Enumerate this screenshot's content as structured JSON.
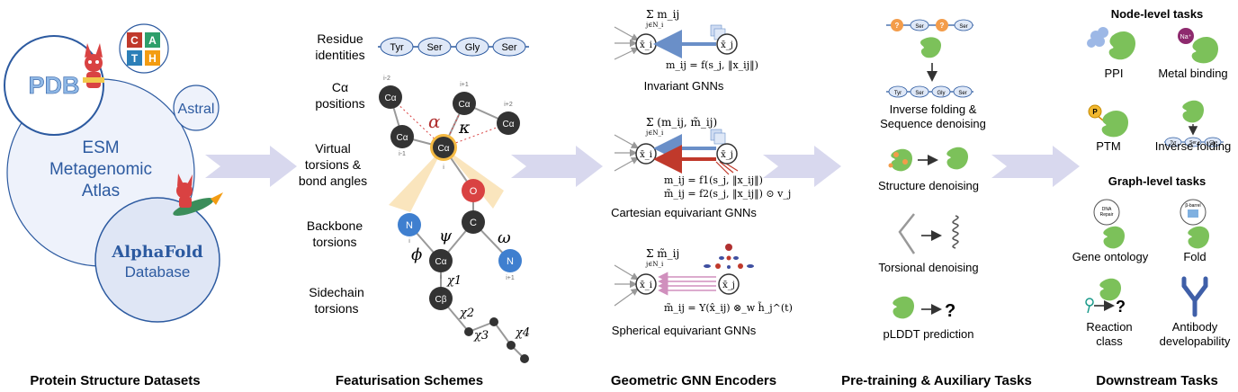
{
  "sections": {
    "datasets": "Protein Structure Datasets",
    "featurisation": "Featurisation Schemes",
    "encoders": "Geometric GNN Encoders",
    "pretraining": "Pre-training & Auxiliary Tasks",
    "downstream": "Downstream Tasks"
  },
  "datasets": {
    "pdb": "PDB",
    "cath": [
      "C",
      "A",
      "T",
      "H"
    ],
    "astral": "Astral",
    "esm": [
      "ESM",
      "Metagenomic",
      "Atlas"
    ],
    "alphafold": [
      "AlphaFold",
      "Database"
    ]
  },
  "featurisation": {
    "labels": [
      "Residue",
      "identities",
      "Cα",
      "positions",
      "Virtual",
      "torsions &",
      "bond angles",
      "Backbone",
      "torsions",
      "Sidechain",
      "torsions"
    ],
    "residues": [
      "Tyr",
      "Ser",
      "Gly",
      "Ser"
    ],
    "atoms": {
      "ca": "Cα",
      "cb": "Cβ",
      "n": "N",
      "o": "O",
      "c": "C",
      "i": "i",
      "im1": "i-1",
      "im2": "i-2",
      "ip1": "i+1",
      "ip2": "i+2"
    },
    "greek": {
      "alpha": "α",
      "kappa": "κ",
      "psi": "ψ",
      "phi": "ϕ",
      "omega": "ω",
      "chi1": "χ1",
      "chi2": "χ2",
      "chi3": "χ3",
      "chi4": "χ4"
    }
  },
  "encoders": {
    "invariant": {
      "sum": "Σ m_ij",
      "sub": "j∈N_i",
      "xi": "x̄_i",
      "xj": "x̄_j",
      "eq": "m_ij = f(s_j, ‖x_ij‖)",
      "label": "Invariant GNNs"
    },
    "cartesian": {
      "sum": "Σ (m_ij, m̃_ij)",
      "sub": "j∈N_i",
      "xi": "x̄_i",
      "xj": "x̄_j",
      "eq1": "m_ij = f1(s_j, ‖x_ij‖)",
      "eq2": "m̃_ij = f2(s_j, ‖x_ij‖) ⊙ v_j",
      "label": "Cartesian equivariant GNNs"
    },
    "spherical": {
      "sum": "Σ m̃_ij",
      "sub": "j∈N_i",
      "xi": "x̄_i",
      "xj": "x̄_j",
      "eq": "m̃_ij = Y(x̂_ij) ⊗_w h̃_j^(t)",
      "label": "Spherical equivariant GNNs"
    }
  },
  "pretraining": {
    "top_chain": [
      "?",
      "Ser",
      "?",
      "Ser"
    ],
    "bottom_chain": [
      "Tyr",
      "Ser",
      "Gly",
      "Ser"
    ],
    "tasks": [
      "Inverse folding &",
      "Sequence denoising",
      "Structure denoising",
      "Torsional denoising",
      "pLDDT prediction"
    ],
    "question": "?"
  },
  "downstream": {
    "node_title": "Node-level tasks",
    "graph_title": "Graph-level tasks",
    "ppi": "PPI",
    "metal": "Metal binding",
    "na": "Na⁺",
    "ptm": "PTM",
    "p": "P",
    "inverse": "Inverse folding",
    "inv_chain": [
      "Tyr",
      "Ser",
      "Gly"
    ],
    "go": "Gene ontology",
    "go_icon": [
      "DNA",
      "Repair"
    ],
    "fold": "Fold",
    "fold_icon": "β-barrel",
    "reaction": [
      "Reaction",
      "class"
    ],
    "antibody": [
      "Antibody",
      "developability"
    ],
    "question": "?"
  },
  "colors": {
    "arrow": "#d8d8ee",
    "ring": "#2c5aa0",
    "esm_fill": "#eef2fb",
    "af_fill": "#dfe6f5",
    "protein": "#7cc15a",
    "residue_fill": "#dfe8f7",
    "atom_dark": "#333333",
    "nitrogen": "#3f7fcf",
    "oxygen": "#d94242",
    "blue_arrow": "#6a8fc8",
    "red_arrow": "#c0392b",
    "pink_arrow": "#d08fbd"
  }
}
